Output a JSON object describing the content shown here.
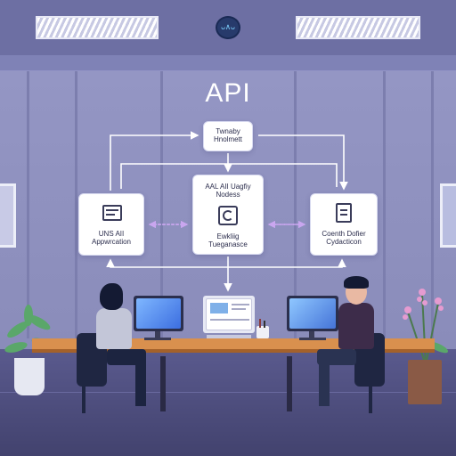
{
  "scene": {
    "title": "API",
    "ceiling_lamp_glyph": "ᴗ∧ᴗ",
    "boxes": {
      "top": {
        "line1": "Twnaby",
        "line2": "Hnolmett",
        "icon": "none"
      },
      "left": {
        "line1": "UNS AII",
        "line2": "Appwrcation",
        "icon": "window-icon"
      },
      "middle": {
        "line1": "AAL AII Uagfiy",
        "line2": "Nodess",
        "line3": "Ewkliig",
        "line4": "Tueganasce",
        "icon": "spiral-icon"
      },
      "right": {
        "line1": "Coenth Dofier",
        "line2": "Cydacticon",
        "icon": "document-icon"
      }
    },
    "colors": {
      "background": "#8e90bd",
      "arrow": "#ffffff",
      "dashed_arrow": "#c9a6ef",
      "desk": "#d9904e",
      "text": "#2c2e4d"
    }
  }
}
